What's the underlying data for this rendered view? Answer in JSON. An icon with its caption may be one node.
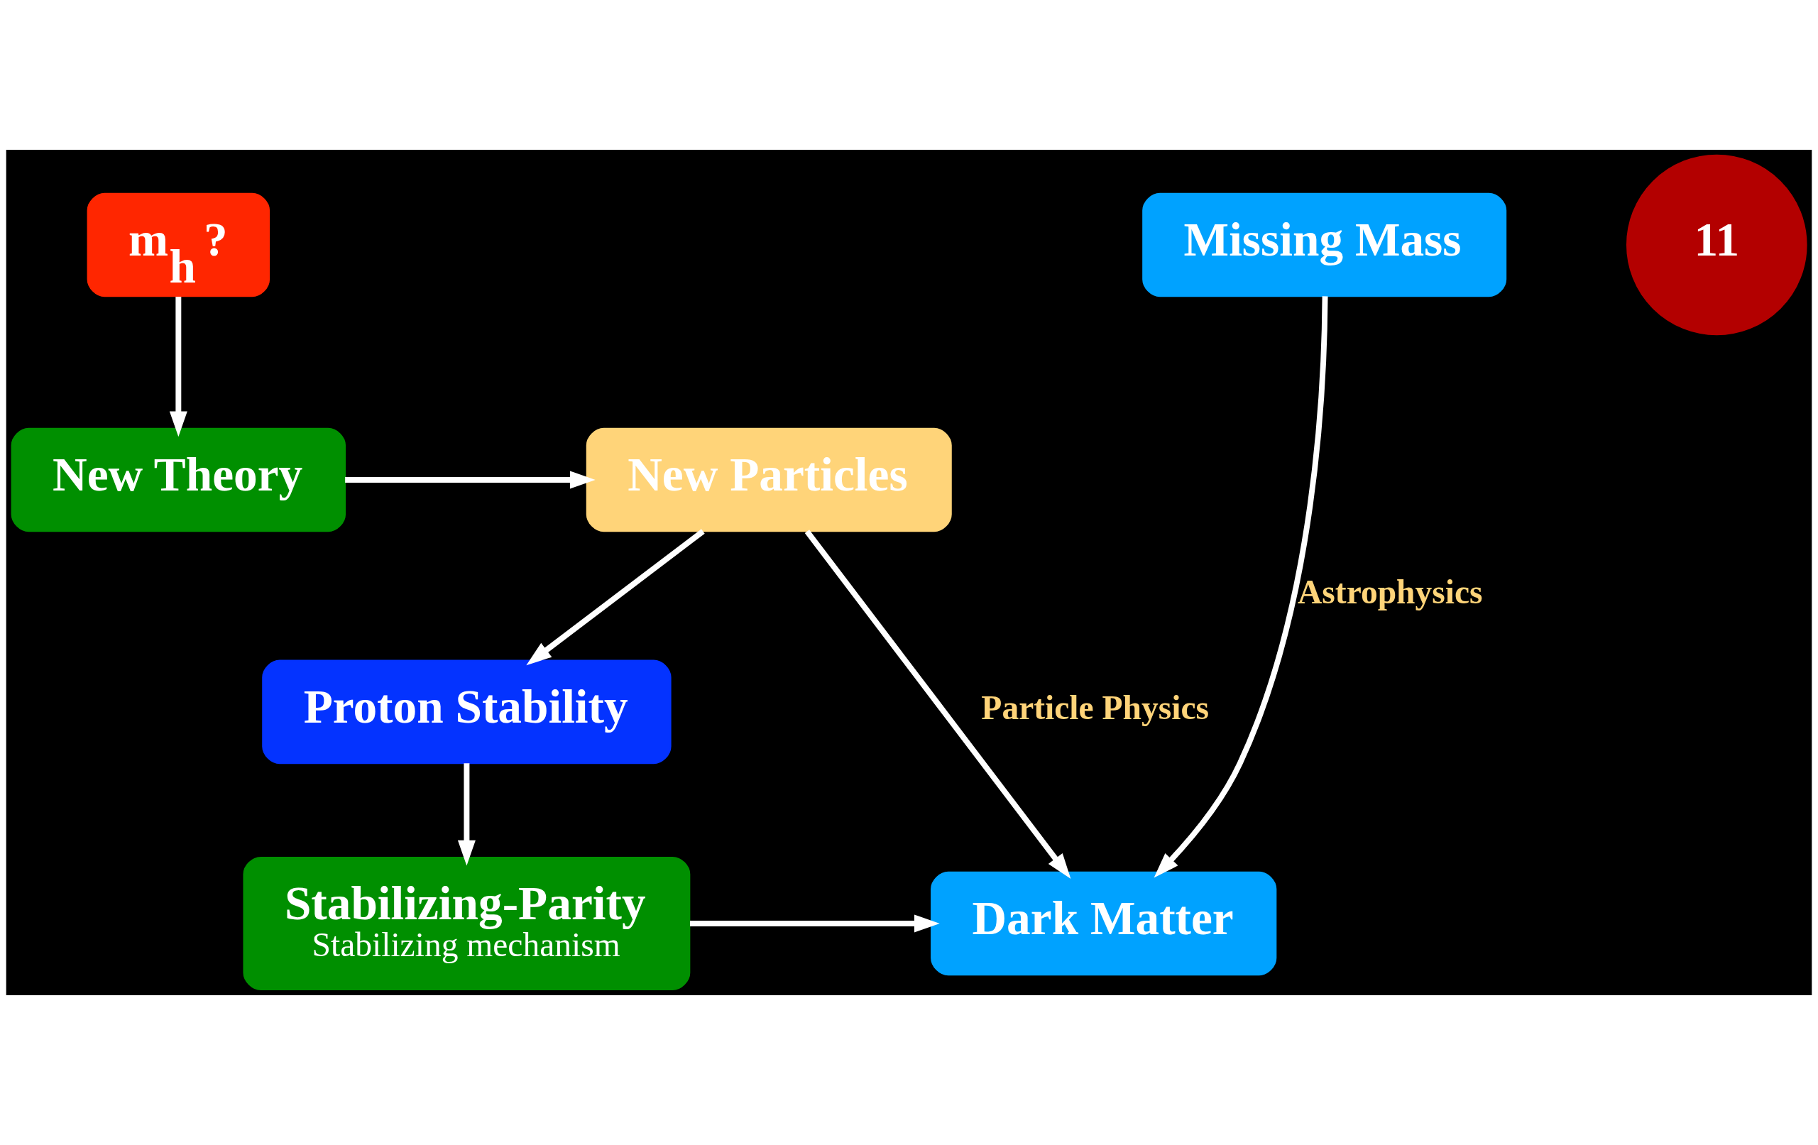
{
  "diagram": {
    "nodes": [
      {
        "text": [
          "m$_{h}$ ?"
        ]
      },
      {
        "text": [
          "Missing Mass"
        ]
      },
      {
        "text": [
          "New Theory"
        ]
      },
      {
        "text": [
          "New Particles"
        ]
      },
      {
        "text": [
          "Proton Stability"
        ]
      },
      {
        "text": [
          "Stabilizing-Parity",
          "Stabilizing mechanism"
        ]
      },
      {
        "text": [
          "Dark Matter"
        ]
      },
      {
        "text": [
          "11"
        ]
      }
    ],
    "edges": [
      {
        "from": 0,
        "to": 2,
        "arrow": "to"
      },
      {
        "from": 2,
        "to": 3,
        "arrow": "to"
      },
      {
        "from": 3,
        "to": 6,
        "arrow": "to",
        "label": "Particle Physics"
      },
      {
        "from": 1,
        "to": 6,
        "arrow": "to",
        "label": "Astrophysics"
      },
      {
        "from": 3,
        "to": 4,
        "arrow": "to"
      },
      {
        "from": 4,
        "to": 5,
        "arrow": "to"
      },
      {
        "from": 5,
        "to": 6,
        "arrow": "to"
      }
    ]
  }
}
